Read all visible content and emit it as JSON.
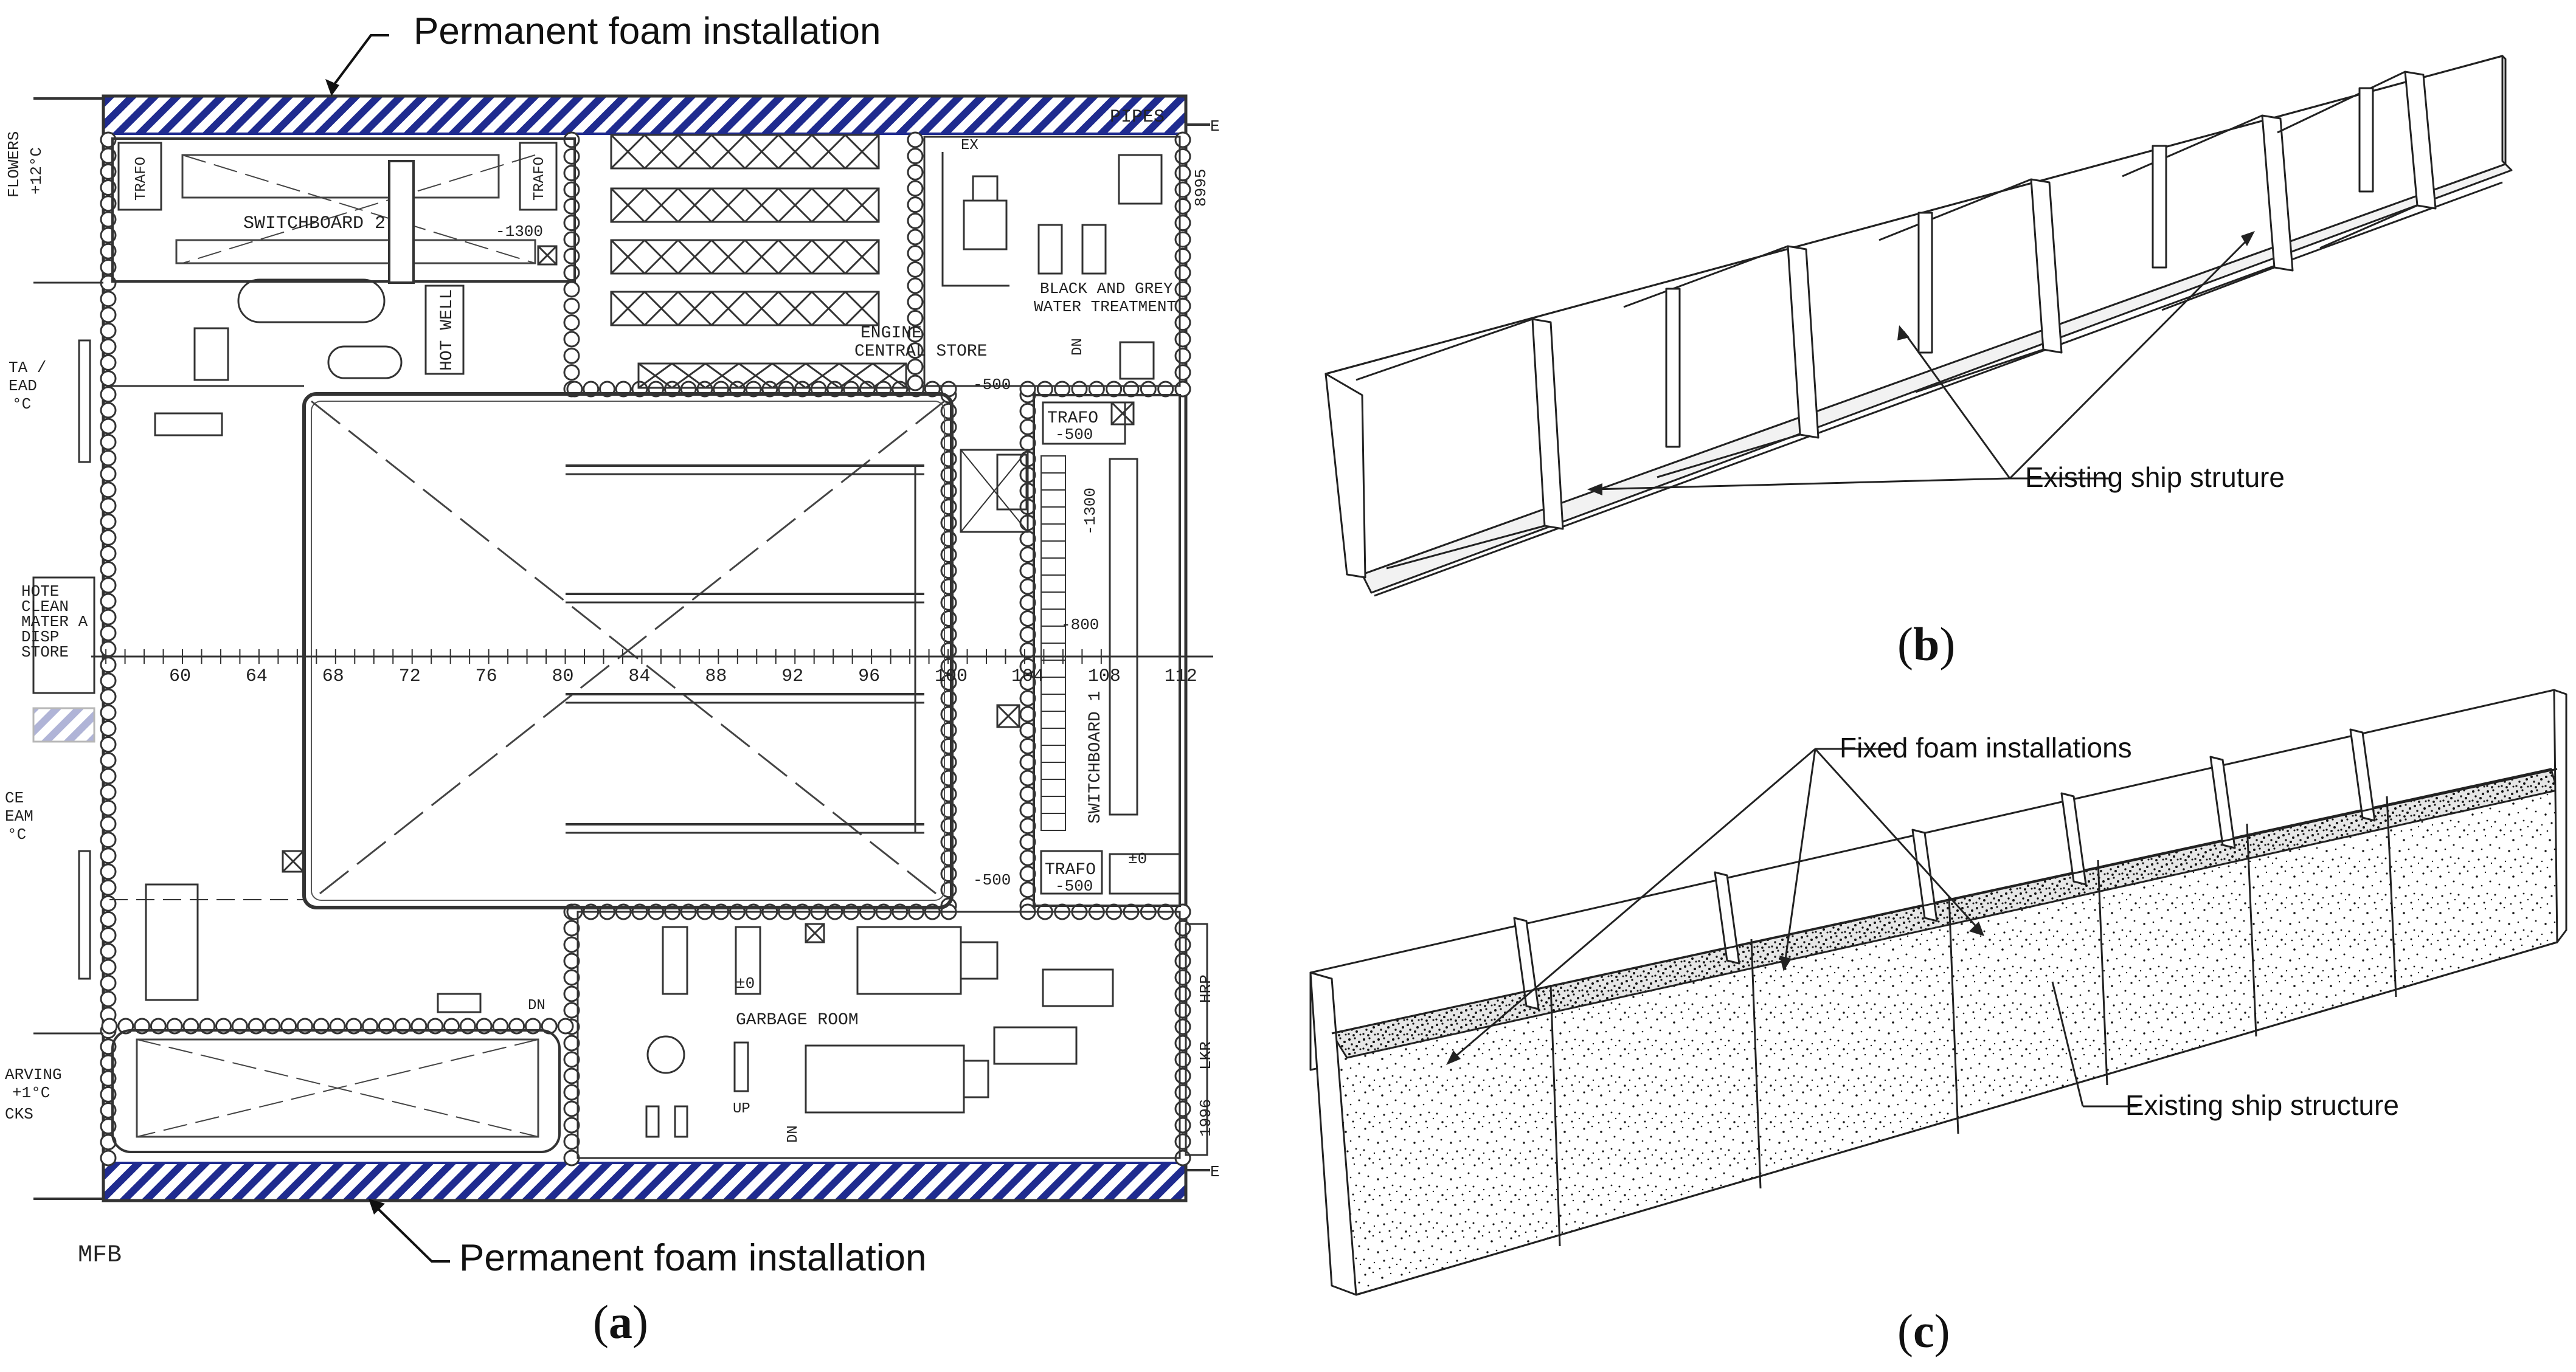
{
  "panel_a": {
    "label": "a",
    "callout_top": "Permanent foam installation",
    "callout_bottom": "Permanent foam installation",
    "plan_corner_label": "MFB",
    "rooms": {
      "switchboard_2": "SWITCHBOARD 2",
      "switchboard_1": "SWITCHBOARD 1",
      "engine_store_line1": "ENGINE",
      "engine_store_line2": "CENTRAL STORE",
      "black_grey_line1": "BLACK AND GREY",
      "black_grey_line2": "WATER TREATMENT",
      "garbage_room": "GARBAGE ROOM",
      "hot_well": "HOT WELL",
      "trafo": "TRAFO",
      "pipes": "PIPES",
      "ex": "EX",
      "dn": "DN",
      "up": "UP"
    },
    "elevations": [
      "-1300",
      "-500",
      "-500",
      "-500",
      "-500",
      "-800",
      "-1300",
      "±0",
      "±0"
    ],
    "side_dimension": "8995",
    "frame_numbers": [
      "60",
      "64",
      "68",
      "72",
      "76",
      "80",
      "84",
      "88",
      "92",
      "96",
      "100",
      "104",
      "108",
      "112"
    ],
    "left_edge_fragments": [
      "FLOWERS",
      "+12°C",
      "TA /",
      "EAD",
      "°C",
      "HOTE",
      "CLEAN",
      "MATER A",
      "DISP",
      "STORE",
      "CE",
      "EAM",
      "°C",
      "ARVING",
      "+1°C",
      "CKS"
    ],
    "right_edge_fragments": [
      "E",
      "E",
      "LKR",
      "1996",
      "HRP"
    ]
  },
  "panel_b": {
    "label": "b",
    "callout": "Existing ship struture"
  },
  "panel_c": {
    "label": "c",
    "callout_fixed": "Fixed foam installations",
    "callout_structure": "Existing ship structure"
  }
}
